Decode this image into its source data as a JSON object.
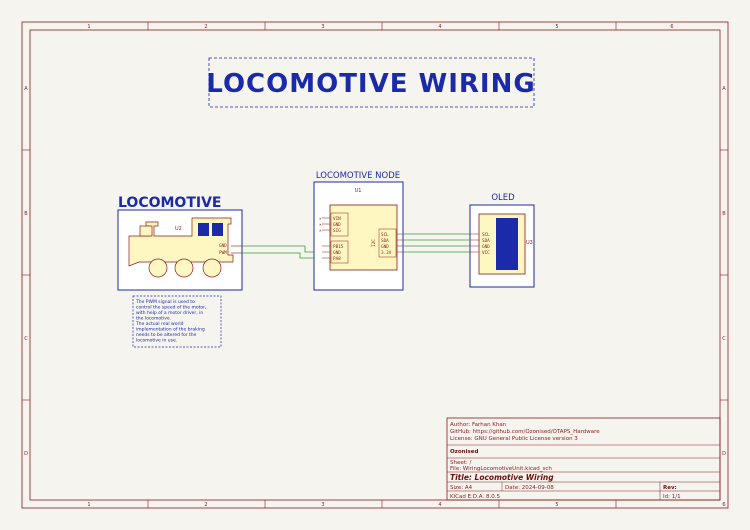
{
  "title": "LOCOMOTIVE WIRING",
  "sheet_labels": {
    "locomotive": "LOCOMOTIVE",
    "node": "LOCOMOTIVE NODE",
    "oled": "OLED"
  },
  "refs": {
    "u1": "U1",
    "u2": "U2",
    "u3": "U3"
  },
  "locomotive_pins": [
    "GND",
    "PWM"
  ],
  "node_left_pins_top": [
    "VIN",
    "GND",
    "SIG"
  ],
  "node_left_pins_bottom": [
    "PB15",
    "GND",
    "PA8"
  ],
  "node_right_pins": [
    "SCL",
    "SDA",
    "GND",
    "3.3V"
  ],
  "node_side_label": "I2C",
  "oled_pins": [
    "SCL",
    "SDA",
    "GND",
    "VCC"
  ],
  "note_lines": [
    "The PWM signal is used to",
    "control the speed of the motor,",
    "with help of a motor driver, in",
    "the locomotive.",
    "The actual real world",
    "implementation of the braking",
    "needs to be altered for the",
    "locomotive in use."
  ],
  "border": {
    "columns": [
      "1",
      "2",
      "3",
      "4",
      "5",
      "6"
    ],
    "rows": [
      "A",
      "B",
      "C",
      "D"
    ]
  },
  "title_block": {
    "author": "Author: Farhan Khan",
    "github": "GitHub: https://github.com/Ozonised/OTAPS_Hardware",
    "license": "License: GNU General Public License version 3",
    "company": "Ozonised",
    "sheet": "Sheet: /",
    "file": "File: WiringLocomotiveUnit.kicad_sch",
    "title": "Title: Locomotive Wiring",
    "size": "Size: A4",
    "date": "Date: 2024-09-08",
    "rev": "Rev:",
    "tool": "KiCad E.D.A. 8.0.5",
    "id": "Id: 1/1"
  },
  "colors": {
    "border": "#8b1a1a",
    "component_fill": "#fff7c2",
    "label_blue": "#1a2aa8",
    "wire_green": "#3a9b3a",
    "oled_screen": "#1a2aa8"
  }
}
